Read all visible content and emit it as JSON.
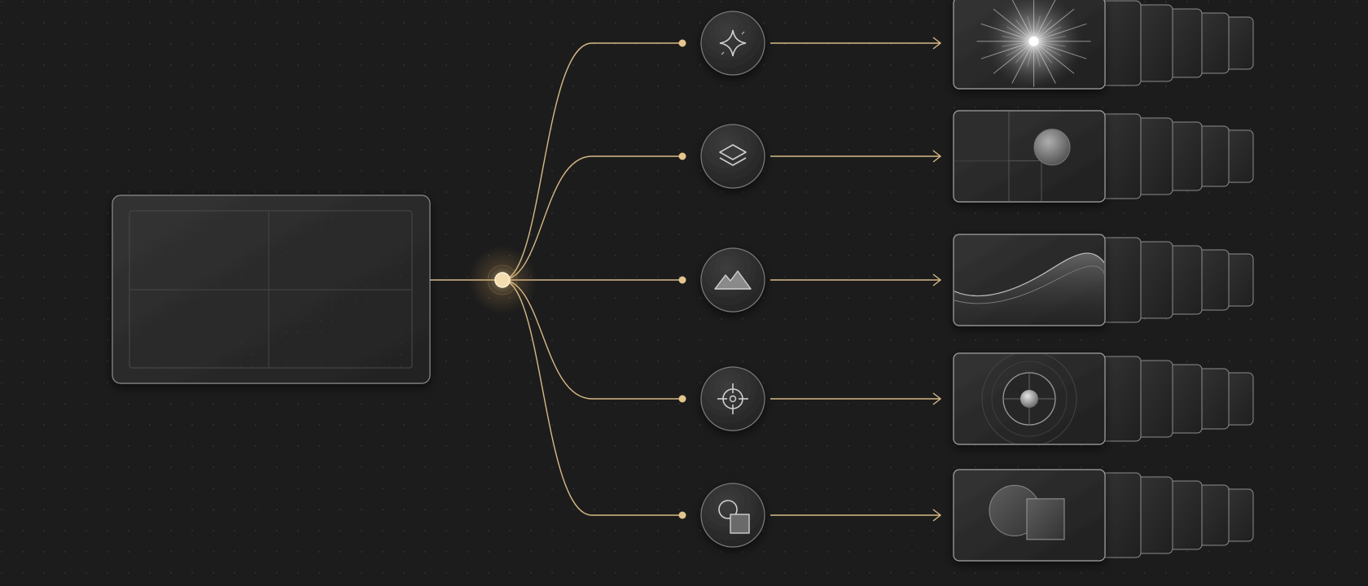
{
  "colors": {
    "background": "#1c1c1c",
    "dot_grid": "#2c2c2c",
    "connector": "#d6b987",
    "hub": "#f0d7a8",
    "panel_stroke": "#9a9a9a",
    "panel_fill": "#2a2a2a"
  },
  "source": {
    "icon": "grid-canvas-icon"
  },
  "hub": {
    "icon": "glow-node-icon"
  },
  "branches": [
    {
      "id": "sparkle",
      "icon": "sparkle-icon",
      "preview": "starburst",
      "stack_count": 6
    },
    {
      "id": "layers",
      "icon": "layers-icon",
      "preview": "layout-grid-circle",
      "stack_count": 6
    },
    {
      "id": "mountain",
      "icon": "mountain-icon",
      "preview": "wave",
      "stack_count": 6
    },
    {
      "id": "target",
      "icon": "crosshair-icon",
      "preview": "radial-target",
      "stack_count": 6
    },
    {
      "id": "shapes",
      "icon": "shapes-icon",
      "preview": "circle-square",
      "stack_count": 6
    }
  ]
}
